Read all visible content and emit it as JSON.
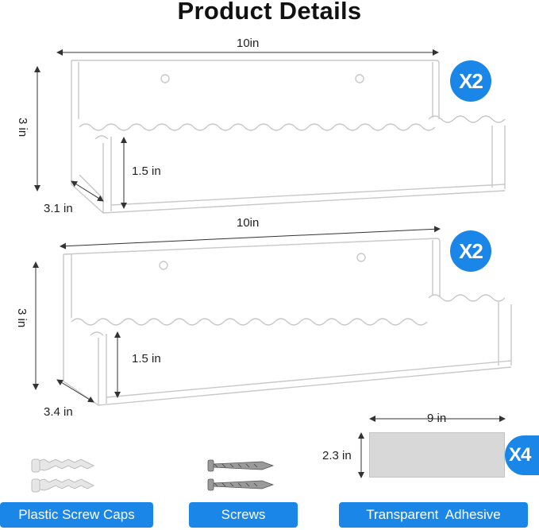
{
  "title": "Product Details",
  "shelf_top": {
    "width": "10in",
    "height": "3 in",
    "lip": "1.5 in",
    "depth": "3.1 in",
    "quantity": "X2"
  },
  "shelf_bottom": {
    "width": "10in",
    "height": "3 in",
    "lip": "1.5 in",
    "depth": "3.4 in",
    "quantity": "X2"
  },
  "adhesive_pad": {
    "width": "9 in",
    "height": "2.3 in",
    "quantity": "X4"
  },
  "accessories": {
    "caps_label": "Plastic Screw Caps",
    "screws_label": "Screws",
    "adhesive_label": "Transparent  Adhesive"
  },
  "colors": {
    "accent_blue": "#1a86e8",
    "outline": "#c8c8c8",
    "text": "#222222"
  }
}
